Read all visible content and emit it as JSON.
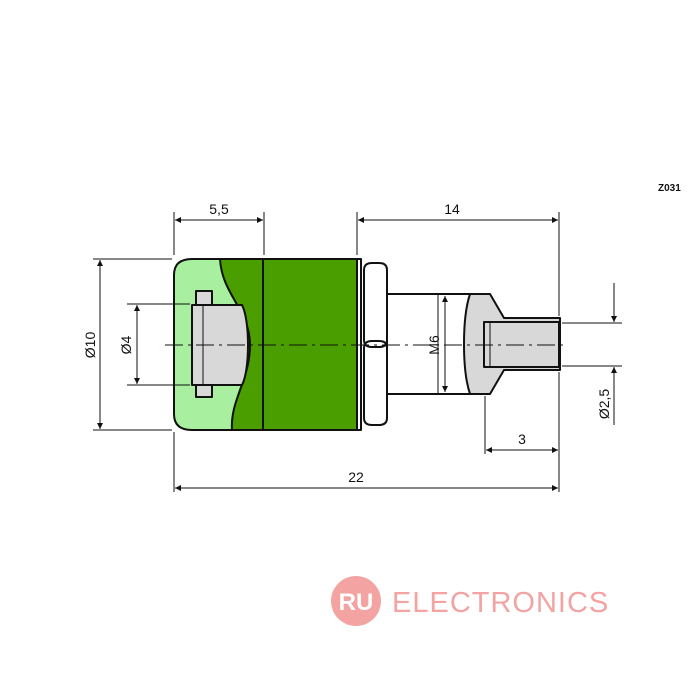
{
  "part_code": "Z031",
  "dimensions": {
    "head_length": "5,5",
    "thread_section_length": "14",
    "outer_diameter": "Ø10",
    "bore_diameter": "Ø4",
    "thread": "M6",
    "pin_diameter": "Ø2,5",
    "pin_length": "3",
    "total_length": "22"
  },
  "watermark": {
    "badge": "RU",
    "text": "ELECTRONICS"
  },
  "colors": {
    "body_green": "#4a9e00",
    "light_green": "#a8f0a0",
    "metal_gray": "#d8d8d8",
    "watermark": "#f4a3a3"
  }
}
